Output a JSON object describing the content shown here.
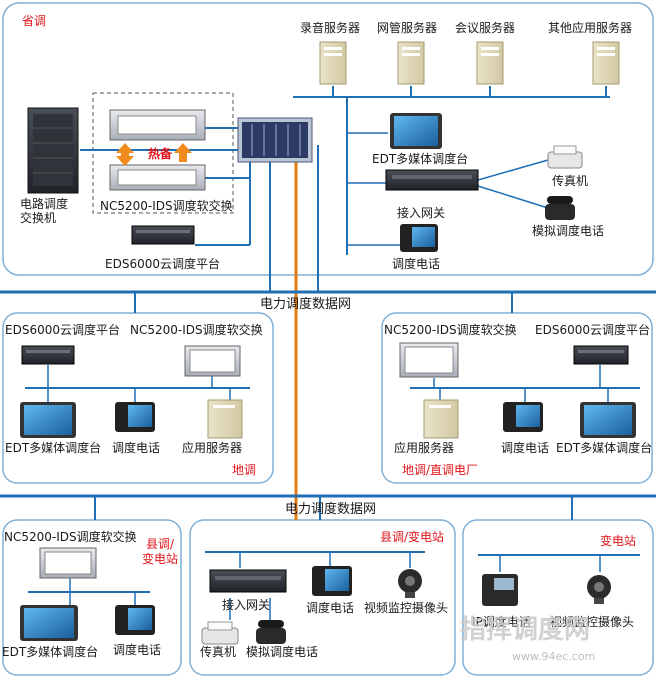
{
  "province": {
    "region": "省调",
    "servers": [
      "录音服务器",
      "网管服务器",
      "会议服务器",
      "其他应用服务器"
    ],
    "circuit_switch": "电路调度交换机",
    "hot_standby": "热备",
    "nc5200": "NC5200-IDS调度软交换",
    "eds6000": "EDS6000云调度平台",
    "edt": "EDT多媒体调度台",
    "gateway": "接入网关",
    "fax": "传真机",
    "analog_phone": "模拟调度电话",
    "dispatch_phone": "调度电话"
  },
  "network_label_1": "电力调度数据网",
  "network_label_2": "电力调度数据网",
  "prefecture_left": {
    "region": "地调",
    "eds6000": "EDS6000云调度平台",
    "nc5200": "NC5200-IDS调度软交换",
    "edt": "EDT多媒体调度台",
    "dispatch_phone": "调度电话",
    "app_server": "应用服务器"
  },
  "prefecture_right": {
    "region": "地调/直调电厂",
    "nc5200": "NC5200-IDS调度软交换",
    "eds6000": "EDS6000云调度平台",
    "app_server": "应用服务器",
    "dispatch_phone": "调度电话",
    "edt": "EDT多媒体调度台"
  },
  "county_left": {
    "region_1": "县调/",
    "region_2": "变电站",
    "nc5200": "NC5200-IDS调度软交换",
    "edt": "EDT多媒体调度台",
    "dispatch_phone": "调度电话"
  },
  "county_mid": {
    "region": "县调/变电站",
    "gateway": "接入网关",
    "dispatch_phone": "调度电话",
    "camera": "视频监控摄像头",
    "fax": "传真机",
    "analog_phone": "模拟调度电话"
  },
  "substation": {
    "region": "变电站",
    "ip_phone": "IP调度电话",
    "camera": "视频监控摄像头"
  },
  "watermark": {
    "text": "指挥调度网",
    "url": "www.94ec.com"
  },
  "colors": {
    "bus_blue": "#1f6fb6",
    "trunk_orange": "#e07b10",
    "region_red": "#e0141a",
    "frame": "#7fb0d8"
  }
}
